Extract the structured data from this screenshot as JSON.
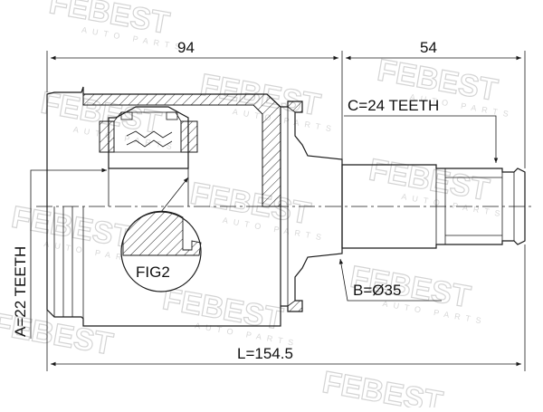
{
  "watermark": {
    "brand": "FEBEST",
    "tagline": "AUTO PARTS"
  },
  "dimensions": {
    "housing_length": "94",
    "shaft_length": "54",
    "overall_length": "L=154.5"
  },
  "labels": {
    "inner_teeth": "A=22 TEETH",
    "outer_teeth": "C=24 TEETH",
    "shaft_diameter": "B=Ø35",
    "detail_ref": "FIG2"
  }
}
